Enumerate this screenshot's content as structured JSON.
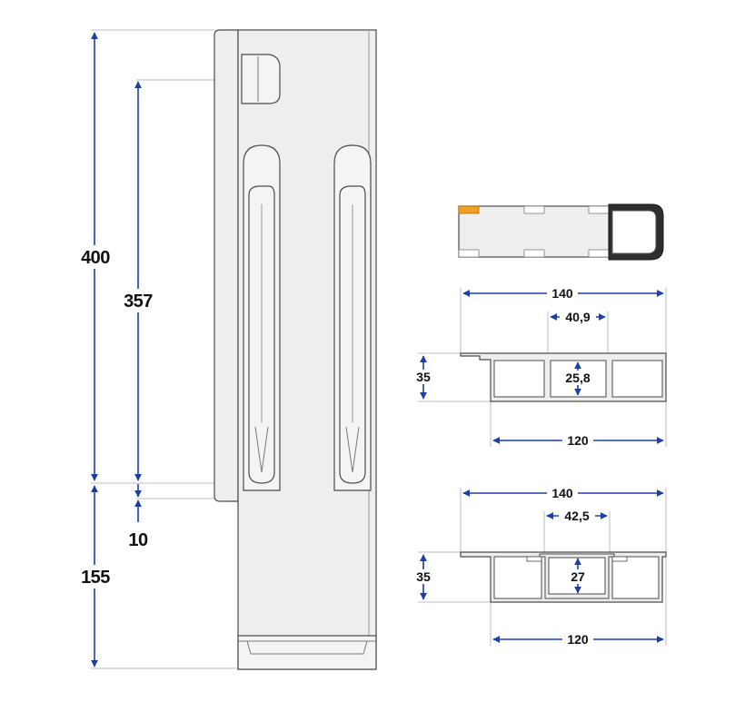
{
  "colors": {
    "dimension": "#1b3fa6",
    "outline": "#4a4a4a",
    "fill": "#eeeeee",
    "accent": "#f0a020"
  },
  "side_view": {
    "dim_total_height": "400",
    "dim_inner_height": "357",
    "dim_offset": "10",
    "dim_bottom": "155"
  },
  "profile_1": {
    "width_outer": "140",
    "width_slot": "40,9",
    "height": "35",
    "slot_height": "25,8",
    "width_inner": "120"
  },
  "profile_2": {
    "width_outer": "140",
    "width_slot": "42,5",
    "height": "35",
    "slot_depth": "27",
    "width_inner": "120"
  }
}
